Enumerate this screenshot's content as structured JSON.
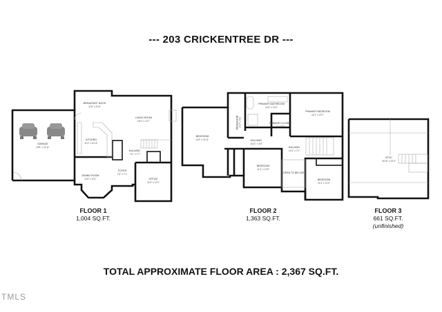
{
  "title": "--- 203 CRICKENTREE DR ---",
  "total_area": "TOTAL APPROXIMATE FLOOR AREA : 2,367 SQ.FT.",
  "logo": "TMLS",
  "floors": [
    {
      "label": "FLOOR 1",
      "area": "1,004 SQ.FT.",
      "rooms": [
        {
          "name": "BREAKFAST NOOK",
          "dims": "11'8\" x 8'10\""
        },
        {
          "name": "LIVING ROOM",
          "dims": "18'4\" x 13'7\""
        },
        {
          "name": "KITCHEN",
          "dims": "11'4\" x 10'10\""
        },
        {
          "name": "GARAGE",
          "dims": "19'8\" x 21'11\""
        },
        {
          "name": "HALLWAY",
          "dims": "7'11\" x 7'7\""
        },
        {
          "name": "DINING ROOM",
          "dims": "11'8\" x 13'1\""
        },
        {
          "name": "FOYER",
          "dims": "7'6\" x 7'1\""
        },
        {
          "name": "OFFICE",
          "dims": "11'6\" x 12'3\""
        }
      ]
    },
    {
      "label": "FLOOR 2",
      "area": "1,363 SQ.FT.",
      "rooms": [
        {
          "name": "PRIMARY BATHROOM",
          "dims": "14'5\" x 10'2\""
        },
        {
          "name": "PRIMARY BEDROOM",
          "dims": "16'1\" x 13'7\""
        },
        {
          "name": "PRIMARY CLOSET",
          "dims": "6' x 7'0\""
        },
        {
          "name": "BATHROOM",
          "dims": "8'11\" x 5'4\""
        },
        {
          "name": "BEDROOM",
          "dims": "14'9\" x 21'11\""
        },
        {
          "name": "HALLWAY",
          "dims": "16'11\" x 3'5\""
        },
        {
          "name": "HALLWAY",
          "dims": "12'4\" x 7'2\""
        },
        {
          "name": "BEDROOM",
          "dims": "11'4\" x 12'8\""
        },
        {
          "name": "OPEN TO BELOW",
          "dims": ""
        },
        {
          "name": "BEDROOM",
          "dims": "11'4\" x 12'2\""
        }
      ]
    },
    {
      "label": "FLOOR 3",
      "area": "661 SQ.FT.",
      "note": "(unfinished)",
      "rooms": [
        {
          "name": "ATTIC",
          "dims": "30'10\" x 31'3\""
        }
      ]
    }
  ]
}
